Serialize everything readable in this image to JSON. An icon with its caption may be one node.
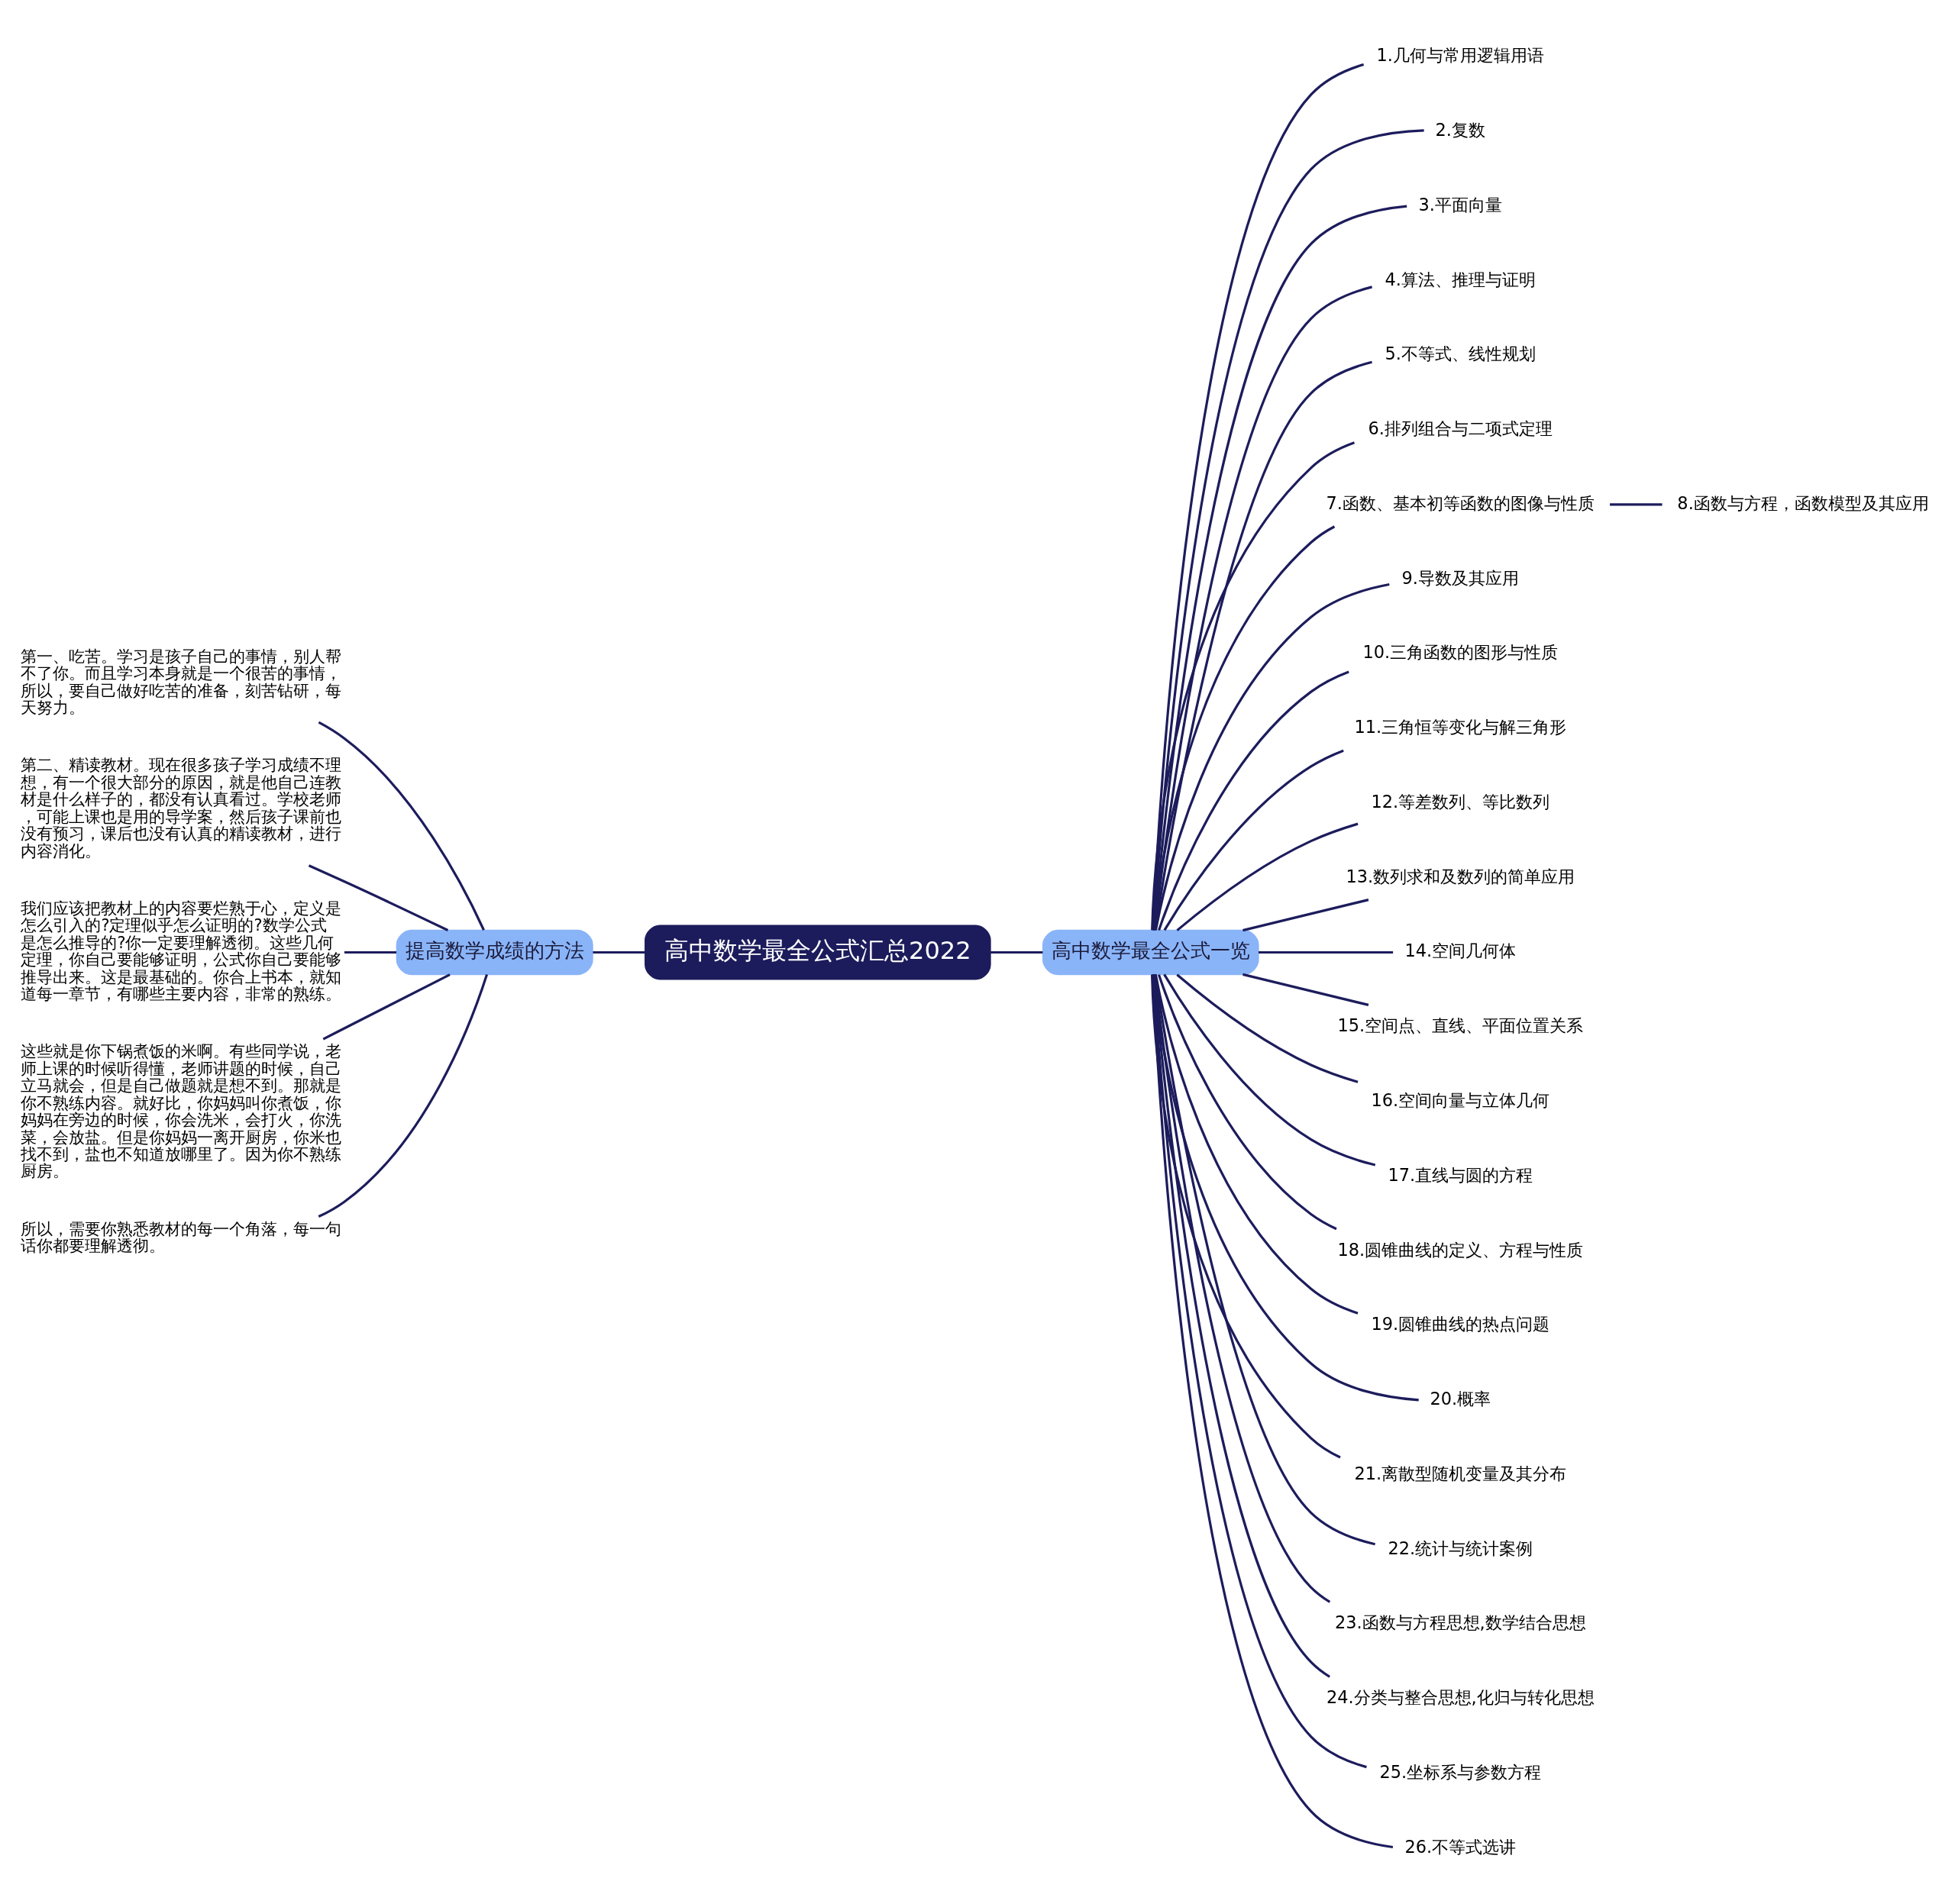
{
  "diagram": {
    "nodes": [
      {
        "text": [
          "高中数学最全公式汇总2022"
        ]
      },
      {
        "text": [
          "提高数学成绩的方法"
        ]
      },
      {
        "text": [
          "第一、吃苦。学习是孩子自己的事情，别人帮不了你。而且学习本身就是一个很苦的事情，所以，要自己做好吃苦的准备，刻苦钻研，每天努力。"
        ]
      },
      {
        "text": [
          "第二、精读教材。现在很多孩子学习成绩不理想，有一个很大部分的原因，就是他自己连教材是什么样子的，都没有认真看过。学校老师，可能上课也是用的导学案，然后孩子课前也没有预习，课后也没有认真的精读教材，进行内容消化。"
        ]
      },
      {
        "text": [
          "我们应该把教材上的内容要烂熟于心，定义是怎么引入的?定理似乎怎么证明的?数学公式是怎么推导的?你一定要理解透彻。这些几何定理，你自己要能够证明，公式你自己要能够推导出来。这是最基础的。你合上书本，就知道每一章节，有哪些主要内容，非常的熟练。"
        ]
      },
      {
        "text": [
          "这些就是你下锅煮饭的米啊。有些同学说，老师上课的时候听得懂，老师讲题的时候，自己立马就会，但是自己做题就是想不到。那就是你不熟练内容。就好比，你妈妈叫你煮饭，你妈妈在旁边的时候，你会洗米，会打火，你洗菜，会放盐。但是你妈妈一离开厨房，你米也找不到，盐也不知道放哪里了。因为你不熟练厨房。"
        ]
      },
      {
        "text": [
          "所以，需要你熟悉教材的每一个角落，每一句话你都要理解透彻。"
        ]
      },
      {
        "text": [
          "高中数学最全公式一览"
        ]
      },
      {
        "text": [
          "1.几何与常用逻辑用语"
        ]
      },
      {
        "text": [
          "2.复数"
        ]
      },
      {
        "text": [
          "3.平面向量"
        ]
      },
      {
        "text": [
          "4.算法、推理与证明"
        ]
      },
      {
        "text": [
          "5.不等式、线性规划"
        ]
      },
      {
        "text": [
          "6.排列组合与二项式定理"
        ]
      },
      {
        "text": [
          "7.函数、基本初等函数的图像与性质"
        ]
      },
      {
        "text": [
          "8.函数与方程，函数模型及其应用"
        ]
      },
      {
        "text": [
          "9.导数及其应用"
        ]
      },
      {
        "text": [
          "10.三角函数的图形与性质"
        ]
      },
      {
        "text": [
          "11.三角恒等变化与解三角形"
        ]
      },
      {
        "text": [
          "12.等差数列、等比数列"
        ]
      },
      {
        "text": [
          "13.数列求和及数列的简单应用"
        ]
      },
      {
        "text": [
          "14.空间几何体"
        ]
      },
      {
        "text": [
          "15.空间点、直线、平面位置关系"
        ]
      },
      {
        "text": [
          "16.空间向量与立体几何"
        ]
      },
      {
        "text": [
          "17.直线与圆的方程"
        ]
      },
      {
        "text": [
          "18.圆锥曲线的定义、方程与性质"
        ]
      },
      {
        "text": [
          "19.圆锥曲线的热点问题"
        ]
      },
      {
        "text": [
          "20.概率"
        ]
      },
      {
        "text": [
          "21.离散型随机变量及其分布"
        ]
      },
      {
        "text": [
          "22.统计与统计案例"
        ]
      },
      {
        "text": [
          "23.函数与方程思想,数学结合思想"
        ]
      },
      {
        "text": [
          "24.分类与整合思想,化归与转化思想"
        ]
      },
      {
        "text": [
          "25.坐标系与参数方程"
        ]
      },
      {
        "text": [
          "26.不等式选讲"
        ]
      }
    ],
    "edges": [
      {
        "from": 0,
        "to": 1,
        "arrow": "none"
      },
      {
        "from": 1,
        "to": 2,
        "arrow": "none"
      },
      {
        "from": 1,
        "to": 3,
        "arrow": "none"
      },
      {
        "from": 1,
        "to": 4,
        "arrow": "none"
      },
      {
        "from": 1,
        "to": 5,
        "arrow": "none"
      },
      {
        "from": 1,
        "to": 6,
        "arrow": "none"
      },
      {
        "from": 0,
        "to": 7,
        "arrow": "none"
      },
      {
        "from": 7,
        "to": 8,
        "arrow": "none"
      },
      {
        "from": 7,
        "to": 9,
        "arrow": "none"
      },
      {
        "from": 7,
        "to": 10,
        "arrow": "none"
      },
      {
        "from": 7,
        "to": 11,
        "arrow": "none"
      },
      {
        "from": 7,
        "to": 12,
        "arrow": "none"
      },
      {
        "from": 7,
        "to": 13,
        "arrow": "none"
      },
      {
        "from": 7,
        "to": 14,
        "arrow": "none"
      },
      {
        "from": 14,
        "to": 15,
        "arrow": "none"
      },
      {
        "from": 7,
        "to": 16,
        "arrow": "none"
      },
      {
        "from": 7,
        "to": 17,
        "arrow": "none"
      },
      {
        "from": 7,
        "to": 18,
        "arrow": "none"
      },
      {
        "from": 7,
        "to": 19,
        "arrow": "none"
      },
      {
        "from": 7,
        "to": 20,
        "arrow": "none"
      },
      {
        "from": 7,
        "to": 21,
        "arrow": "none"
      },
      {
        "from": 7,
        "to": 22,
        "arrow": "none"
      },
      {
        "from": 7,
        "to": 23,
        "arrow": "none"
      },
      {
        "from": 7,
        "to": 24,
        "arrow": "none"
      },
      {
        "from": 7,
        "to": 25,
        "arrow": "none"
      },
      {
        "from": 7,
        "to": 26,
        "arrow": "none"
      },
      {
        "from": 7,
        "to": 27,
        "arrow": "none"
      },
      {
        "from": 7,
        "to": 28,
        "arrow": "none"
      },
      {
        "from": 7,
        "to": 29,
        "arrow": "none"
      },
      {
        "from": 7,
        "to": 30,
        "arrow": "none"
      },
      {
        "from": 7,
        "to": 31,
        "arrow": "none"
      },
      {
        "from": 7,
        "to": 32,
        "arrow": "none"
      },
      {
        "from": 7,
        "to": 33,
        "arrow": "none"
      }
    ]
  }
}
